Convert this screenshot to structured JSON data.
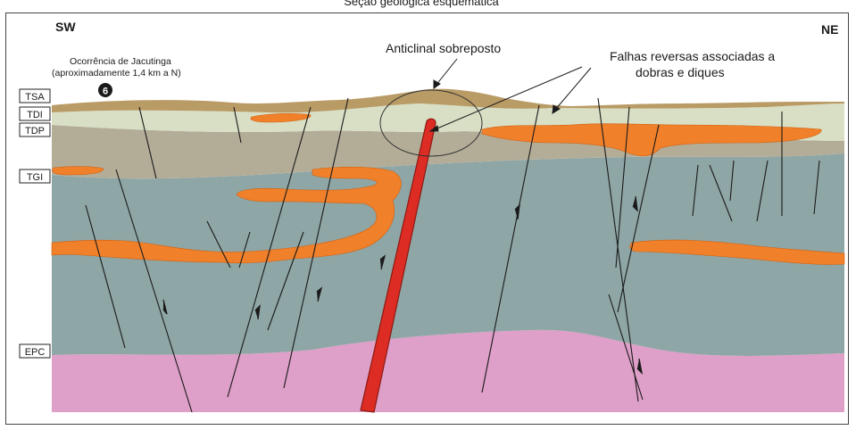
{
  "header_partial": "Seção geológica esquemática",
  "orientation": {
    "left": "SW",
    "right": "NE"
  },
  "annotations": {
    "occurrence_line1": "Ocorrência de Jacutinga",
    "occurrence_line2": "(aproximadamente 1,4 km a N)",
    "occurrence_number": "6",
    "anticline": "Anticlinal sobreposto",
    "faults_line1": "Falhas reversas associadas a",
    "faults_line2": "dobras e diques"
  },
  "units": [
    {
      "code": "TSA",
      "color": "#b99b66"
    },
    {
      "code": "TDI",
      "color": "#d8dfc5"
    },
    {
      "code": "TDP",
      "color": "#b3ad98"
    },
    {
      "code": "TGI",
      "color": "#8fa6a6"
    },
    {
      "code": "EPC",
      "color": "#de9fc8"
    }
  ],
  "colors": {
    "orange_layers": "#f0802a",
    "dike": "#dd2c24",
    "lines": "#1a1a1a"
  }
}
